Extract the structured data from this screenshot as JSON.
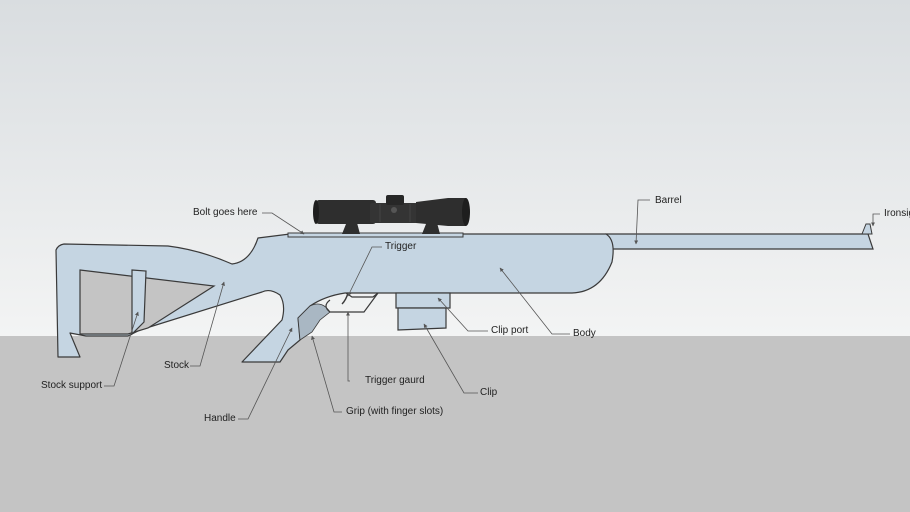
{
  "colors": {
    "sky_top": "#d9dde0",
    "sky_bottom": "#f3f4f4",
    "ground": "#c4c4c4",
    "body_fill": "#c5d5e2",
    "edge": "#3a3a3a",
    "scope": "#2e2e2e",
    "leader": "#555555"
  },
  "labels": {
    "bolt": "Bolt goes here",
    "barrel": "Barrel",
    "ironsight": "Ironsight",
    "trigger": "Trigger",
    "clip_port": "Clip port",
    "body": "Body",
    "stock": "Stock",
    "stock_support": "Stock support",
    "trigger_guard": "Trigger gaurd",
    "clip": "Clip",
    "handle": "Handle",
    "grip": "Grip (with finger slots)"
  }
}
